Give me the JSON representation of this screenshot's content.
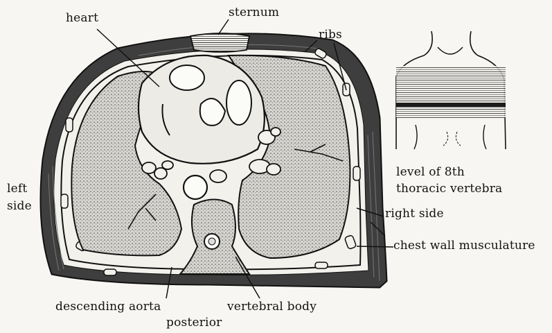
{
  "labels": {
    "heart": "heart",
    "sternum": "sternum",
    "ribs": "ribs",
    "left_side_line1": "left",
    "left_side_line2": "side",
    "level_line1": "level of 8th",
    "level_line2": "thoracic vertebra",
    "right_side": "right side",
    "chest_wall": "chest wall musculature",
    "descending_aorta": "descending aorta",
    "vertebral_body": "vertebral body",
    "posterior": "posterior"
  },
  "colors": {
    "ink": "#111111",
    "paper": "#f7f6f2",
    "muscle": "#3a3a3a",
    "lung_stipple": "#8a8a8a"
  }
}
